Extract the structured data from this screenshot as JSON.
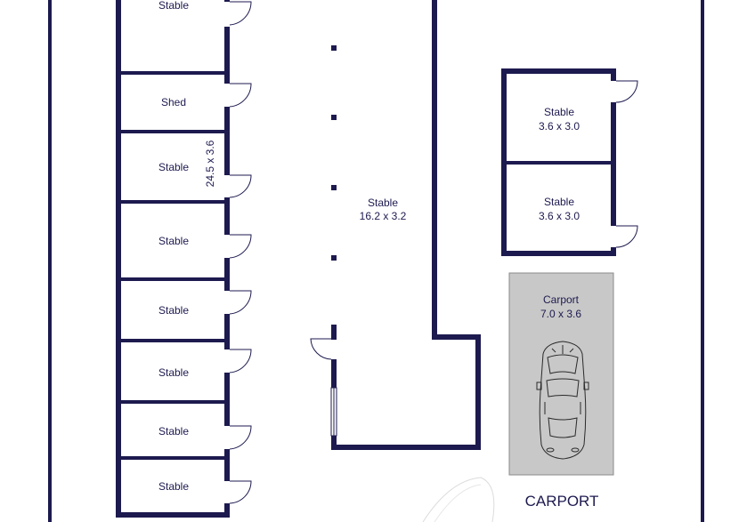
{
  "colors": {
    "wall": "#1d1a4f",
    "carport_fill": "#c8c8c8",
    "carport_border": "#8a8a8a",
    "background": "#ffffff"
  },
  "rooms": {
    "left_stable_1": "Stable",
    "shed": "Shed",
    "left_stable_2": "Stable",
    "left_stable_2_dim": "24.5 x 3.6",
    "left_stable_3": "Stable",
    "left_stable_4": "Stable",
    "left_stable_5": "Stable",
    "left_stable_6": "Stable",
    "left_stable_7": "Stable",
    "center_stable": "Stable",
    "center_stable_dim": "16.2 x 3.2",
    "right_stable_top": "Stable",
    "right_stable_top_dim": "3.6 x 3.0",
    "right_stable_bottom": "Stable",
    "right_stable_bottom_dim": "3.6 x 3.0",
    "carport": "Carport",
    "carport_dim": "7.0 x 3.6"
  },
  "area_label": "CARPORT",
  "icons": {
    "car": "car-top-view-icon",
    "door": "door-swing-icon"
  }
}
